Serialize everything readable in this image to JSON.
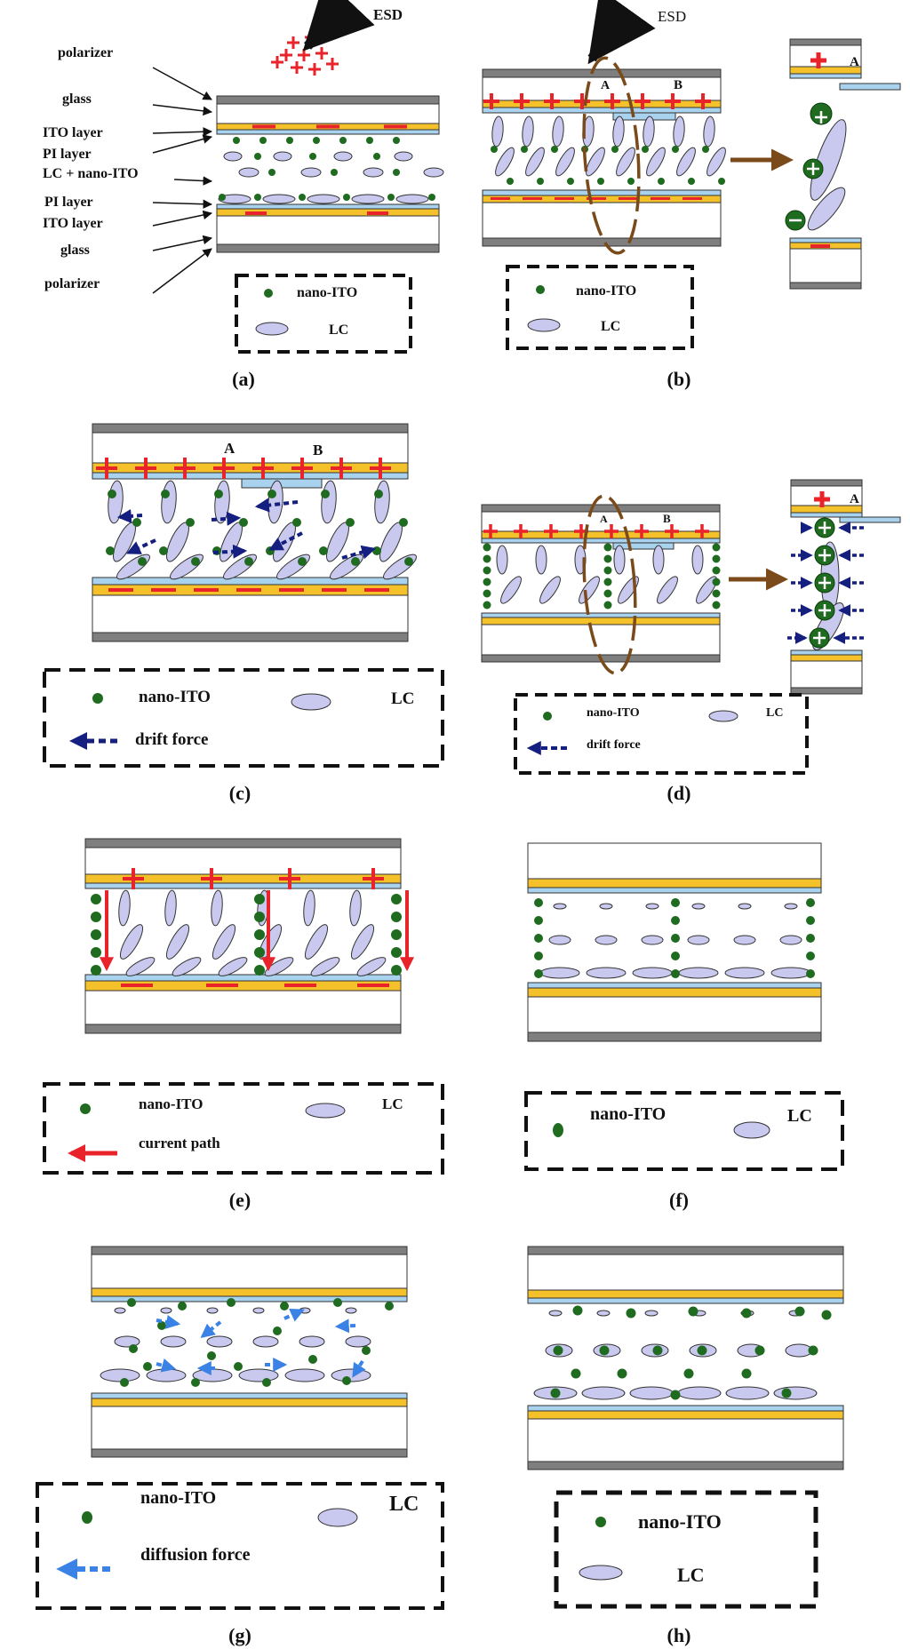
{
  "colors": {
    "polarizer": "#7f7f7f",
    "glass": "#ffffff",
    "ito": "#f5c12b",
    "pi": "#a9d2ee",
    "lc_fill": "#c9c9ef",
    "nano_ito": "#1f6b1f",
    "positive_charge": "#e8232a",
    "negative_charge": "#e8232a",
    "drift_arrow": "#141f80",
    "diffusion_arrow": "#3b82e6",
    "current_arrow": "#e8232a",
    "transfer_arrow": "#7a4a1a",
    "ellipse_outline": "#7a4a1a"
  },
  "panel_a": {
    "esd_label": "ESD",
    "layer_labels": [
      "polarizer",
      "glass",
      "ITO layer",
      "PI layer",
      "LC + nano-ITO",
      "PI layer",
      "ITO layer",
      "glass",
      "polarizer"
    ],
    "legend": {
      "nano": "nano-ITO",
      "lc": "LC"
    },
    "caption": [
      "(",
      "a",
      ")"
    ]
  },
  "panel_b": {
    "esd_label": "ESD",
    "point_a": "A",
    "point_b": "B",
    "zoom_label": "A",
    "legend": {
      "nano": "nano-ITO",
      "lc": "LC"
    },
    "caption": [
      "(",
      "b",
      ")"
    ]
  },
  "panel_c": {
    "point_a": "A",
    "point_b": "B",
    "legend": {
      "nano": "nano-ITO",
      "lc": "LC",
      "arrow": "drift force"
    },
    "caption": [
      "(",
      "c",
      ")"
    ]
  },
  "panel_d": {
    "point_a": "A",
    "point_b": "B",
    "zoom_label": "A",
    "legend": {
      "nano": "nano-ITO",
      "lc": "LC",
      "arrow": "drift force"
    },
    "caption": [
      "(",
      "d",
      ")"
    ]
  },
  "panel_e": {
    "legend": {
      "nano": "nano-ITO",
      "lc": "LC",
      "arrow": "current path"
    },
    "caption": [
      "(",
      "e",
      ")"
    ]
  },
  "panel_f": {
    "legend": {
      "nano": "nano-ITO",
      "lc": "LC"
    },
    "caption": [
      "(",
      "f",
      ")"
    ]
  },
  "panel_g": {
    "legend": {
      "nano": "nano-ITO",
      "lc": "LC",
      "arrow": "diffusion force"
    },
    "caption": [
      "(",
      "g",
      ")"
    ]
  },
  "panel_h": {
    "legend": {
      "nano": "nano-ITO",
      "lc": "LC"
    },
    "caption": [
      "(",
      "h",
      ")"
    ]
  }
}
